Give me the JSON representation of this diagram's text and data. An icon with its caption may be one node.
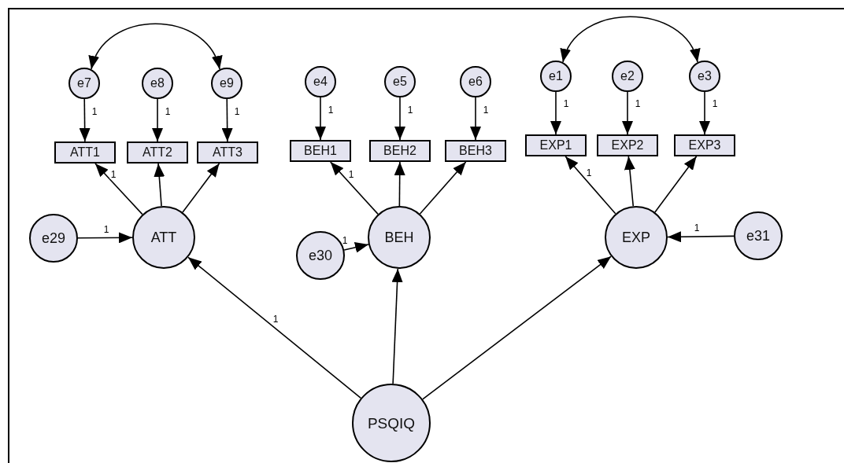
{
  "diagram": {
    "nodes": [
      {
        "text": [
          "e7"
        ]
      },
      {
        "text": [
          "e8"
        ]
      },
      {
        "text": [
          "e9"
        ]
      },
      {
        "text": [
          "e4"
        ]
      },
      {
        "text": [
          "e5"
        ]
      },
      {
        "text": [
          "e6"
        ]
      },
      {
        "text": [
          "e1"
        ]
      },
      {
        "text": [
          "e2"
        ]
      },
      {
        "text": [
          "e3"
        ]
      },
      {
        "text": [
          "ATT1"
        ]
      },
      {
        "text": [
          "ATT2"
        ]
      },
      {
        "text": [
          "ATT3"
        ]
      },
      {
        "text": [
          "BEH1"
        ]
      },
      {
        "text": [
          "BEH2"
        ]
      },
      {
        "text": [
          "BEH3"
        ]
      },
      {
        "text": [
          "EXP1"
        ]
      },
      {
        "text": [
          "EXP2"
        ]
      },
      {
        "text": [
          "EXP3"
        ]
      },
      {
        "text": [
          "e29"
        ]
      },
      {
        "text": [
          "ATT"
        ]
      },
      {
        "text": [
          "e30"
        ]
      },
      {
        "text": [
          "BEH"
        ]
      },
      {
        "text": [
          "EXP"
        ]
      },
      {
        "text": [
          "e31"
        ]
      },
      {
        "text": [
          "PSQIQ"
        ]
      }
    ],
    "edges": [
      {
        "from": 0,
        "to": 9,
        "arrow": "to",
        "label": "1"
      },
      {
        "from": 1,
        "to": 10,
        "arrow": "to",
        "label": "1"
      },
      {
        "from": 2,
        "to": 11,
        "arrow": "to",
        "label": "1"
      },
      {
        "from": 3,
        "to": 12,
        "arrow": "to",
        "label": "1"
      },
      {
        "from": 4,
        "to": 13,
        "arrow": "to",
        "label": "1"
      },
      {
        "from": 5,
        "to": 14,
        "arrow": "to",
        "label": "1"
      },
      {
        "from": 6,
        "to": 15,
        "arrow": "to",
        "label": "1"
      },
      {
        "from": 7,
        "to": 16,
        "arrow": "to",
        "label": "1"
      },
      {
        "from": 8,
        "to": 17,
        "arrow": "to",
        "label": "1"
      },
      {
        "from": 0,
        "to": 2,
        "arrow": "both"
      },
      {
        "from": 6,
        "to": 8,
        "arrow": "both"
      },
      {
        "from": 19,
        "to": 9,
        "arrow": "to",
        "label": "1"
      },
      {
        "from": 19,
        "to": 10,
        "arrow": "to"
      },
      {
        "from": 19,
        "to": 11,
        "arrow": "to"
      },
      {
        "from": 21,
        "to": 12,
        "arrow": "to",
        "label": "1"
      },
      {
        "from": 21,
        "to": 13,
        "arrow": "to"
      },
      {
        "from": 21,
        "to": 14,
        "arrow": "to"
      },
      {
        "from": 22,
        "to": 15,
        "arrow": "to",
        "label": "1"
      },
      {
        "from": 22,
        "to": 16,
        "arrow": "to"
      },
      {
        "from": 22,
        "to": 17,
        "arrow": "to"
      },
      {
        "from": 18,
        "to": 19,
        "arrow": "to",
        "label": "1"
      },
      {
        "from": 20,
        "to": 21,
        "arrow": "to",
        "label": "1"
      },
      {
        "from": 23,
        "to": 22,
        "arrow": "to",
        "label": "1"
      },
      {
        "from": 24,
        "to": 19,
        "arrow": "to",
        "label": "1"
      },
      {
        "from": 24,
        "to": 21,
        "arrow": "to"
      },
      {
        "from": 24,
        "to": 22,
        "arrow": "to"
      }
    ]
  }
}
